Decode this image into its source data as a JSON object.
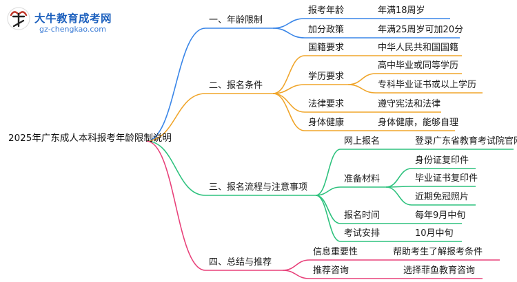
{
  "logo": {
    "title": "大牛教育成考网",
    "url": "gz-chengkao.com"
  },
  "root": "2025年广东成人本科报考年龄限制说明",
  "colors": {
    "blue": "#3a86e8",
    "orange": "#f0a52a",
    "green": "#2ec27e",
    "pink": "#e8417a"
  },
  "branches": [
    {
      "label": "一、年龄限制",
      "color": "blue",
      "children": [
        {
          "label": "报考年龄",
          "children": [
            {
              "label": "年满18周岁"
            }
          ]
        },
        {
          "label": "加分政策",
          "children": [
            {
              "label": "年满25周岁可加20分"
            }
          ]
        }
      ]
    },
    {
      "label": "二、报名条件",
      "color": "orange",
      "children": [
        {
          "label": "国籍要求",
          "children": [
            {
              "label": "中华人民共和国国籍"
            }
          ]
        },
        {
          "label": "学历要求",
          "children": [
            {
              "label": "高中毕业或同等学历"
            },
            {
              "label": "专科毕业证书或以上学历"
            }
          ]
        },
        {
          "label": "法律要求",
          "children": [
            {
              "label": "遵守宪法和法律"
            }
          ]
        },
        {
          "label": "身体健康",
          "children": [
            {
              "label": "身体健康，能够自理"
            }
          ]
        }
      ]
    },
    {
      "label": "三、报名流程与注意事项",
      "color": "green",
      "children": [
        {
          "label": "网上报名",
          "children": [
            {
              "label": "登录广东省教育考试院官网"
            }
          ]
        },
        {
          "label": "准备材料",
          "children": [
            {
              "label": "身份证复印件"
            },
            {
              "label": "毕业证书复印件"
            },
            {
              "label": "近期免冠照片"
            }
          ]
        },
        {
          "label": "报名时间",
          "children": [
            {
              "label": "每年9月中旬"
            }
          ]
        },
        {
          "label": "考试安排",
          "children": [
            {
              "label": "10月中旬"
            }
          ]
        }
      ]
    },
    {
      "label": "四、总结与推荐",
      "color": "pink",
      "children": [
        {
          "label": "信息重要性",
          "children": [
            {
              "label": "帮助考生了解报考条件"
            }
          ]
        },
        {
          "label": "推荐咨询",
          "children": [
            {
              "label": "选择菲鱼教育咨询"
            }
          ]
        }
      ]
    }
  ]
}
